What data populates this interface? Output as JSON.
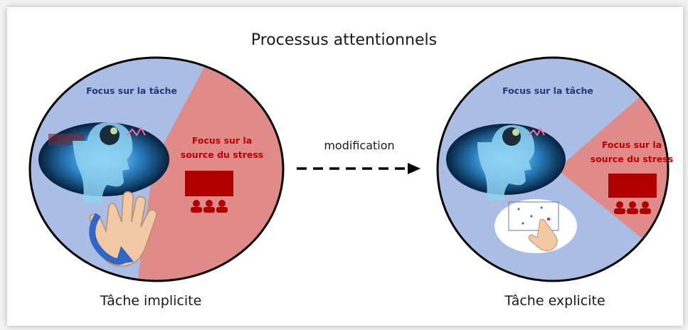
{
  "title": "Processus attentionnels",
  "left": {
    "focus_task": "Focus sur la tâche",
    "focus_stress_line1": "Focus sur la",
    "focus_stress_line2": "source du stress",
    "caption": "Tâche implicite"
  },
  "right": {
    "focus_task": "Focus sur la tâche",
    "focus_stress_line1": "Focus sur la",
    "focus_stress_line2": "source du stress",
    "caption": "Tâche explicite"
  },
  "middle": {
    "label": "modification"
  },
  "colors": {
    "task": "#a9bde5",
    "stress": "#e08a8a",
    "stress_text": "#c00000",
    "task_text": "#1f3a7a",
    "audience_icon": "#b00000"
  },
  "icons": [
    "head-brain-icon",
    "hand-icon",
    "rotate-arrow-icon",
    "audience-icon",
    "touchscreen-hand-icon",
    "dashed-arrow-icon"
  ]
}
